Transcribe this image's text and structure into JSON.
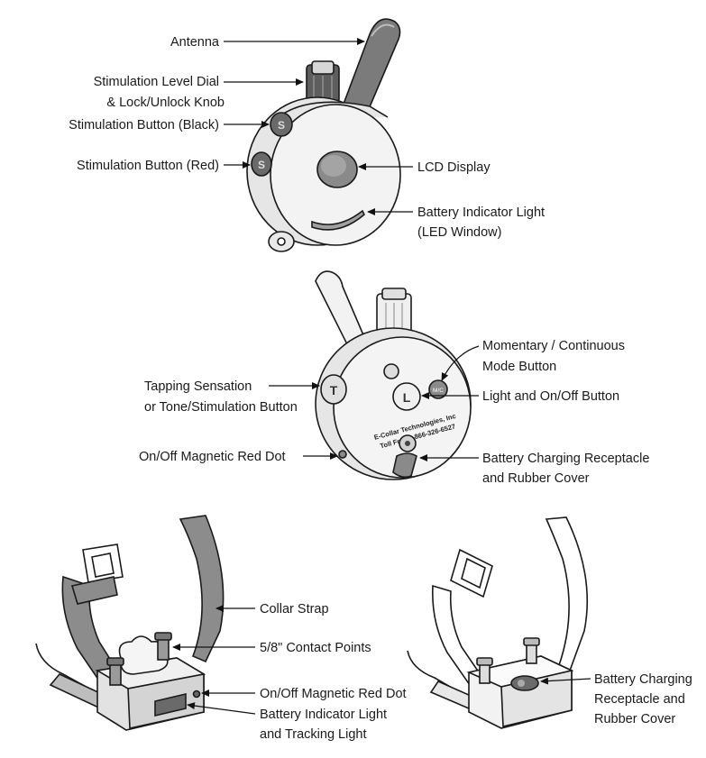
{
  "labels": {
    "antenna": "Antenna",
    "dial_1": "Stimulation Level Dial",
    "dial_2": "& Lock/Unlock Knob",
    "stim_black": "Stimulation Button (Black)",
    "stim_red": "Stimulation Button (Red)",
    "lcd": "LCD Display",
    "battery_light_1": "Battery Indicator Light",
    "battery_light_2": "(LED Window)",
    "mode_1": "Momentary / Continuous",
    "mode_2": "Mode Button",
    "light_button": "Light and On/Off Button",
    "tapping_1": "Tapping Sensation",
    "tapping_2": "or Tone/Stimulation Button",
    "magnetic_dot": "On/Off Magnetic Red Dot",
    "charging_1": "Battery Charging Receptacle",
    "charging_2": "and Rubber Cover",
    "collar_strap": "Collar Strap",
    "contact_points": "5/8\" Contact Points",
    "collar_magnetic_dot": "On/Off Magnetic Red Dot",
    "collar_battery_1": "Battery Indicator Light",
    "collar_battery_2": "and Tracking Light",
    "collar_charging_1": "Battery Charging",
    "collar_charging_2": "Receptacle and",
    "collar_charging_3": "Rubber Cover"
  },
  "device_text": {
    "brand": "E-Collar Technologies, Inc",
    "phone": "Toll Free 1-866-326-6527",
    "button_t": "T",
    "button_l": "L",
    "button_s": "S",
    "button_m": "M/C"
  }
}
